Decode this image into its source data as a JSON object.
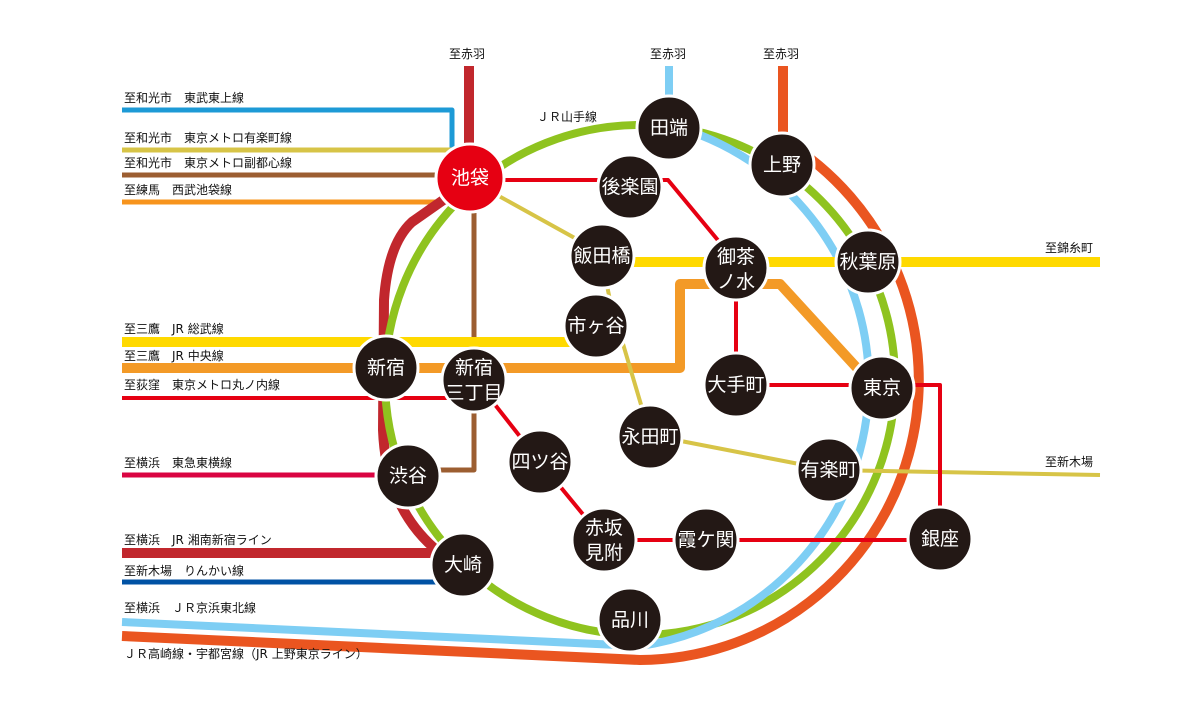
{
  "colors": {
    "yamanote": "#8fc31f",
    "keihin": "#7ecef4",
    "takasaki": "#ea5520",
    "saikyo": "#c1272d",
    "chuo": "#f39a27",
    "sobu": "#ffd900",
    "marunouchi": "#e60012",
    "yurakucho": "#d7c447",
    "fukutoshin": "#9c5e31",
    "tobu": "#1d9ad6",
    "seibu": "#f7941d",
    "tokyu": "#da0442",
    "rinkai": "#0052a4",
    "station": "#231815",
    "ikebukuro": "#e60012"
  },
  "labels": {
    "yamanote": "ＪＲ山手線",
    "akabane_left": "至赤羽",
    "akabane_mid": "至赤羽",
    "akabane_right": "至赤羽",
    "tobu": "至和光市　東武東上線",
    "yurakucho": "至和光市　東京メトロ有楽町線",
    "fukutoshin": "至和光市　東京メトロ副都心線",
    "seibu": "至練馬　西武池袋線",
    "sobu": "至三鷹　JR 総武線",
    "chuo": "至三鷹　JR 中央線",
    "marunouchi": "至荻窪　東京メトロ丸ノ内線",
    "tokyu": "至横浜　東急東横線",
    "shonan": "至横浜　JR 湘南新宿ライン",
    "rinkai": "至新木場　りんかい線",
    "keihin": "至横浜　ＪＲ京浜東北線",
    "takasaki": "ＪＲ高崎線・宇都宮線（JR 上野東京ライン）",
    "kinshicho": "至錦糸町",
    "shinkiba": "至新木場"
  },
  "stations": {
    "ikebukuro": "池袋",
    "tabata": "田端",
    "ueno": "上野",
    "akihabara": "秋葉原",
    "tokyo": "東京",
    "yurakucho": "有楽町",
    "ginza": "銀座",
    "shinagawa": "品川",
    "osaki": "大崎",
    "shibuya": "渋谷",
    "shinjuku": "新宿",
    "shinjuku3_l1": "新宿",
    "shinjuku3_l2": "三丁目",
    "korakuen": "後楽園",
    "iidabashi": "飯田橋",
    "ochanomizu_l1": "御茶",
    "ochanomizu_l2": "ノ水",
    "ichigaya": "市ヶ谷",
    "otemachi": "大手町",
    "nagatacho": "永田町",
    "yotsuya": "四ツ谷",
    "akasaka_l1": "赤坂",
    "akasaka_l2": "見附",
    "kasumigaseki": "霞ケ関"
  }
}
